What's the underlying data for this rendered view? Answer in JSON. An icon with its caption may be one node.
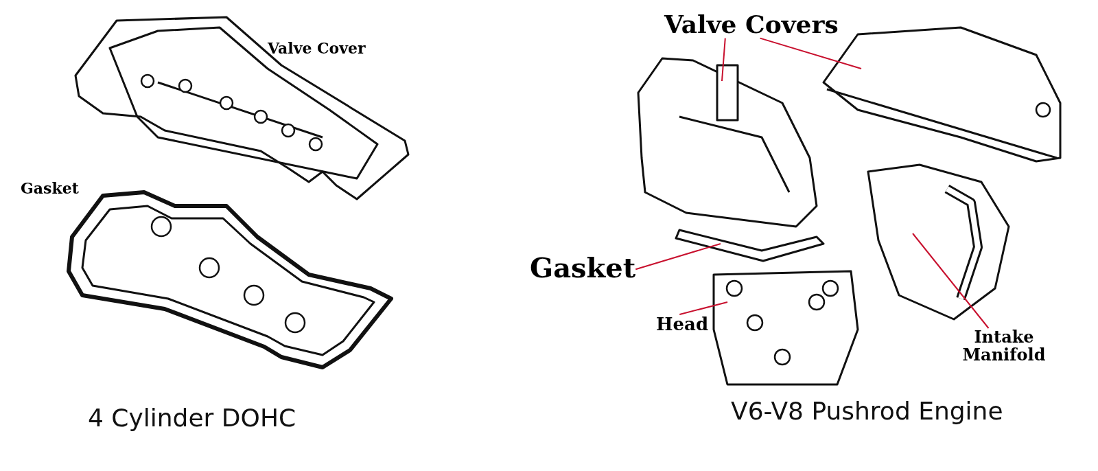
{
  "diagram": {
    "nodes": [
      {
        "text": [
          "Valve Covers"
        ]
      },
      {
        "text": [],
        "shape": "picture"
      },
      {
        "text": [],
        "shape": "picture"
      },
      {
        "text": [
          "Gasket"
        ]
      },
      {
        "text": [],
        "shape": "picture"
      },
      {
        "text": [
          "Head"
        ]
      },
      {
        "text": [],
        "shape": "picture"
      },
      {
        "text": [
          "Intake Manifold"
        ]
      },
      {
        "text": [],
        "shape": "picture"
      }
    ],
    "edges": [
      {
        "from": 0,
        "to": 1,
        "arrow": "none"
      },
      {
        "from": 0,
        "to": 2,
        "arrow": "none"
      },
      {
        "from": 3,
        "to": 4,
        "arrow": "none"
      },
      {
        "from": 5,
        "to": 6,
        "arrow": "none"
      },
      {
        "from": 7,
        "to": 8,
        "arrow": "none"
      }
    ],
    "labels": [
      "Valve Cover",
      "Gasket",
      "4 Cylinder DOHC",
      "V6-V8 Pushrod Engine"
    ]
  }
}
